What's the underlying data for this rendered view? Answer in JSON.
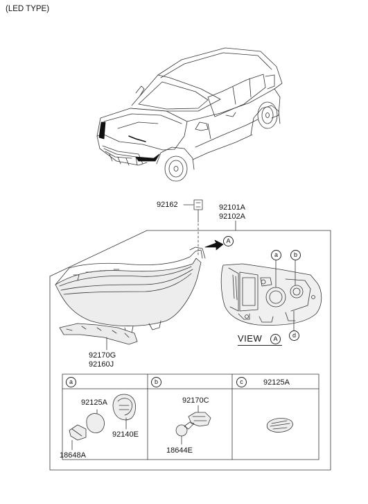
{
  "header": {
    "title": "(LED TYPE)"
  },
  "parts": {
    "bolt": "92162",
    "headlamp_lh": "92101A",
    "headlamp_rh": "92102A",
    "bracket_1": "92170G",
    "bracket_2": "92160J"
  },
  "view": {
    "label": "VIEW",
    "marker": "A",
    "arrow_marker": "A"
  },
  "view_callouts": {
    "a": "a",
    "b": "b",
    "d": "d"
  },
  "detail_table": {
    "headers": [
      {
        "marker": "a",
        "label": ""
      },
      {
        "marker": "b",
        "label": ""
      },
      {
        "marker": "c",
        "label": "92125A"
      }
    ],
    "cell_a": {
      "cap": "92125A",
      "socket": "92140E",
      "bulb": "18648A"
    },
    "cell_b": {
      "socket": "92170C",
      "bulb": "18644E"
    }
  }
}
